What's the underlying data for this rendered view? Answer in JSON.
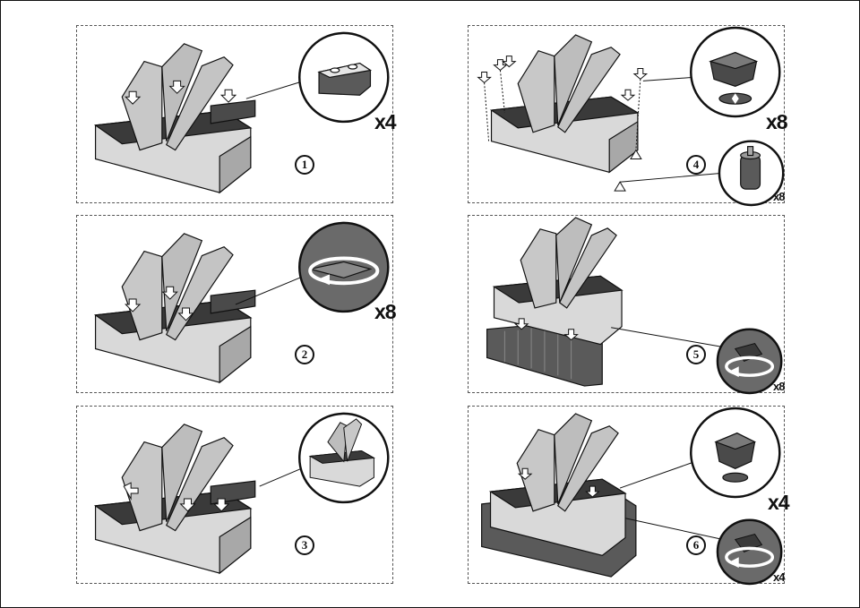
{
  "steps": [
    {
      "number": "1",
      "quantity": "x4",
      "detail": "spacer-block"
    },
    {
      "number": "2",
      "quantity": "x8",
      "detail": "twist-lock"
    },
    {
      "number": "3",
      "quantity": "",
      "detail": "assembled-box"
    },
    {
      "number": "4",
      "quantity": "x8",
      "detail": "screw-cap",
      "quantity_secondary": "x8",
      "detail_secondary": "peg"
    },
    {
      "number": "5",
      "quantity": "x8",
      "detail": "twist-knob"
    },
    {
      "number": "6",
      "quantity": "x4",
      "detail": "screw-cap",
      "quantity_secondary": "x4",
      "detail_secondary": "twist-knob"
    }
  ],
  "colors": {
    "line": "#111111",
    "box_fill": "#d9d9d9",
    "box_shade": "#a8a8a8",
    "dark": "#3a3a3a",
    "border": "#555555"
  }
}
